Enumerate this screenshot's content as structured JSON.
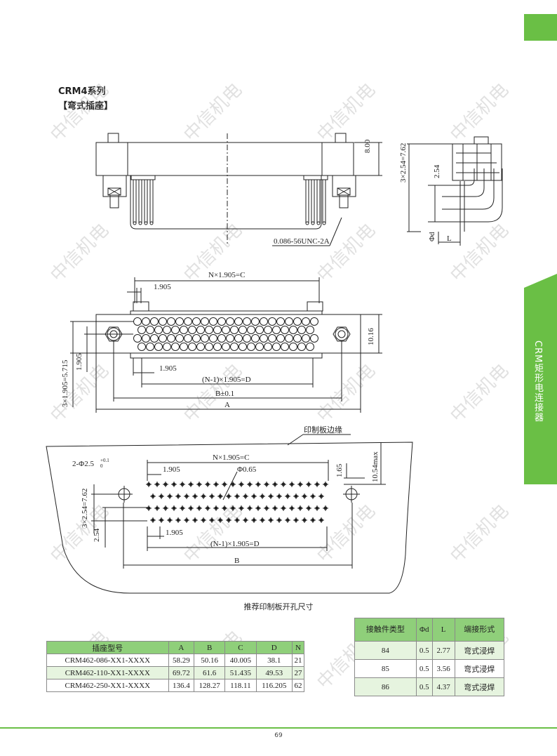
{
  "header": {
    "series": "CRM4系列",
    "section": "【弯式插座】",
    "side_tab": "CRM矩形电连接器"
  },
  "watermark": "中信机电",
  "drawing_labels": {
    "dim_8": "8.00",
    "dim_3x254": "3×2.54=7.62",
    "dim_254": "2.54",
    "phi_d": "Φd",
    "L": "L",
    "thread": "0.086-56UNC-2A",
    "n_pitch_c": "N×1.905=C",
    "pitch_1905": "1.905",
    "dim_1016": "10.16",
    "dim_3x1905": "3×1.905=5.715",
    "n1_pitch_d": "(N-1)×1.905=D",
    "b_tol": "B±0.1",
    "A": "A",
    "pcb_edge": "印制板边缘",
    "hole_2phi": "2-Φ2.5",
    "hole_tol": "+0.1",
    "hole_tol2": "0",
    "phi_065": "Φ0.65",
    "dim_165": "1.65",
    "dim_1054": "10.54max",
    "B": "B"
  },
  "pcb_caption": "推荐印制板开孔尺寸",
  "table_models": {
    "headers": [
      "插座型号",
      "A",
      "B",
      "C",
      "D",
      "N"
    ],
    "rows": [
      [
        "CRM462-086-XX1-XXXX",
        "58.29",
        "50.16",
        "40.005",
        "38.1",
        "21"
      ],
      [
        "CRM462-110-XX1-XXXX",
        "69.72",
        "61.6",
        "51.435",
        "49.53",
        "27"
      ],
      [
        "CRM462-250-XX1-XXXX",
        "136.4",
        "128.27",
        "118.11",
        "116.205",
        "62"
      ]
    ]
  },
  "table_contacts": {
    "headers": [
      "接触件类型",
      "Φd",
      "L",
      "端接形式"
    ],
    "rows": [
      [
        "84",
        "0.5",
        "2.77",
        "弯式浸焊"
      ],
      [
        "85",
        "0.5",
        "3.56",
        "弯式浸焊"
      ],
      [
        "86",
        "0.5",
        "4.37",
        "弯式浸焊"
      ]
    ]
  },
  "page_number": "69",
  "colors": {
    "accent": "#6abf45",
    "table_header": "#8fcf7a",
    "table_row": "#e6f4df"
  }
}
